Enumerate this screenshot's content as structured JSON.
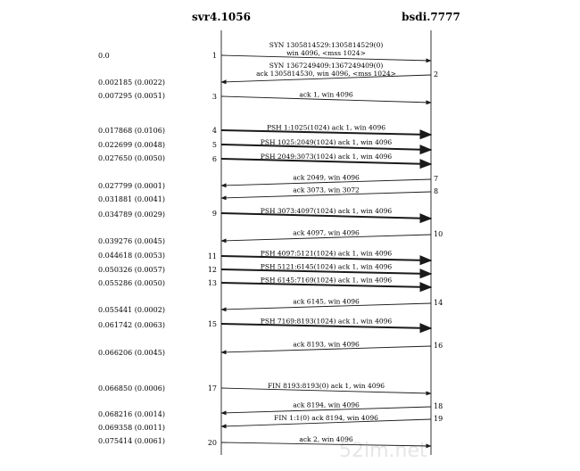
{
  "hosts": {
    "left": "svr4.1056",
    "right": "bsdi.7777"
  },
  "watermark": "52im.net",
  "segments": [
    {
      "num": "1",
      "ts": "0.0",
      "dir": "right",
      "labels": [
        "SYN 1305814529:1305814529(0)",
        "win 4096, <mss 1024>"
      ],
      "bold": false
    },
    {
      "num": "2",
      "ts": "0.002185 (0.0022)",
      "dir": "left",
      "labels": [
        "SYN 1367249409:1367249409(0)",
        "ack 1305814530, win 4096, <mss 1024>"
      ],
      "bold": false
    },
    {
      "num": "3",
      "ts": "0.007295 (0.0051)",
      "dir": "right",
      "labels": [
        "ack 1, win 4096"
      ],
      "bold": false
    },
    {
      "num": "4",
      "ts": "0.017868 (0.0106)",
      "dir": "right",
      "labels": [
        "PSH 1:1025(1024) ack 1, win 4096"
      ],
      "bold": true
    },
    {
      "num": "5",
      "ts": "0.022699 (0.0048)",
      "dir": "right",
      "labels": [
        "PSH 1025:2049(1024) ack 1, win 4096"
      ],
      "bold": true
    },
    {
      "num": "6",
      "ts": "0.027650 (0.0050)",
      "dir": "right",
      "labels": [
        "PSH 2049:3073(1024) ack 1, win 4096"
      ],
      "bold": true
    },
    {
      "num": "7",
      "ts": "0.027799 (0.0001)",
      "dir": "left",
      "labels": [
        "ack 2049, win 4096"
      ],
      "bold": false
    },
    {
      "num": "8",
      "ts": "0.031881 (0.0041)",
      "dir": "left",
      "labels": [
        "ack 3073, win 3072"
      ],
      "bold": false
    },
    {
      "num": "9",
      "ts": "0.034789 (0.0029)",
      "dir": "right",
      "labels": [
        "PSH 3073:4097(1024) ack 1, win 4096"
      ],
      "bold": true
    },
    {
      "num": "10",
      "ts": "0.039276 (0.0045)",
      "dir": "left",
      "labels": [
        "ack 4097, win 4096"
      ],
      "bold": false
    },
    {
      "num": "11",
      "ts": "0.044618 (0.0053)",
      "dir": "right",
      "labels": [
        "PSH 4097:5121(1024) ack 1, win 4096"
      ],
      "bold": true
    },
    {
      "num": "12",
      "ts": "0.050326 (0.0057)",
      "dir": "right",
      "labels": [
        "PSH 5121:6145(1024) ack 1, win 4096"
      ],
      "bold": true
    },
    {
      "num": "13",
      "ts": "0.055286 (0.0050)",
      "dir": "right",
      "labels": [
        "PSH 6145:7169(1024) ack 1, win 4096"
      ],
      "bold": true
    },
    {
      "num": "14",
      "ts": "0.055441 (0.0002)",
      "dir": "left",
      "labels": [
        "ack 6145, win 4096"
      ],
      "bold": false
    },
    {
      "num": "15",
      "ts": "0.061742 (0.0063)",
      "dir": "right",
      "labels": [
        "PSH 7169:8193(1024) ack 1, win 4096"
      ],
      "bold": true
    },
    {
      "num": "16",
      "ts": "0.066206 (0.0045)",
      "dir": "left",
      "labels": [
        "ack 8193, win 4096"
      ],
      "bold": false
    },
    {
      "num": "17",
      "ts": "0.066850 (0.0006)",
      "dir": "right",
      "labels": [
        "FIN 8193:8193(0) ack 1, win 4096"
      ],
      "bold": false
    },
    {
      "num": "18",
      "ts": "0.068216 (0.0014)",
      "dir": "left",
      "labels": [
        "ack 8194, win 4096"
      ],
      "bold": false
    },
    {
      "num": "19",
      "ts": "0.069358 (0.0011)",
      "dir": "left",
      "labels": [
        "FIN 1:1(0) ack 8194, win 4096"
      ],
      "bold": false
    },
    {
      "num": "20",
      "ts": "0.075414 (0.0061)",
      "dir": "right",
      "labels": [
        "ack 2, win 4096"
      ],
      "bold": false
    }
  ]
}
